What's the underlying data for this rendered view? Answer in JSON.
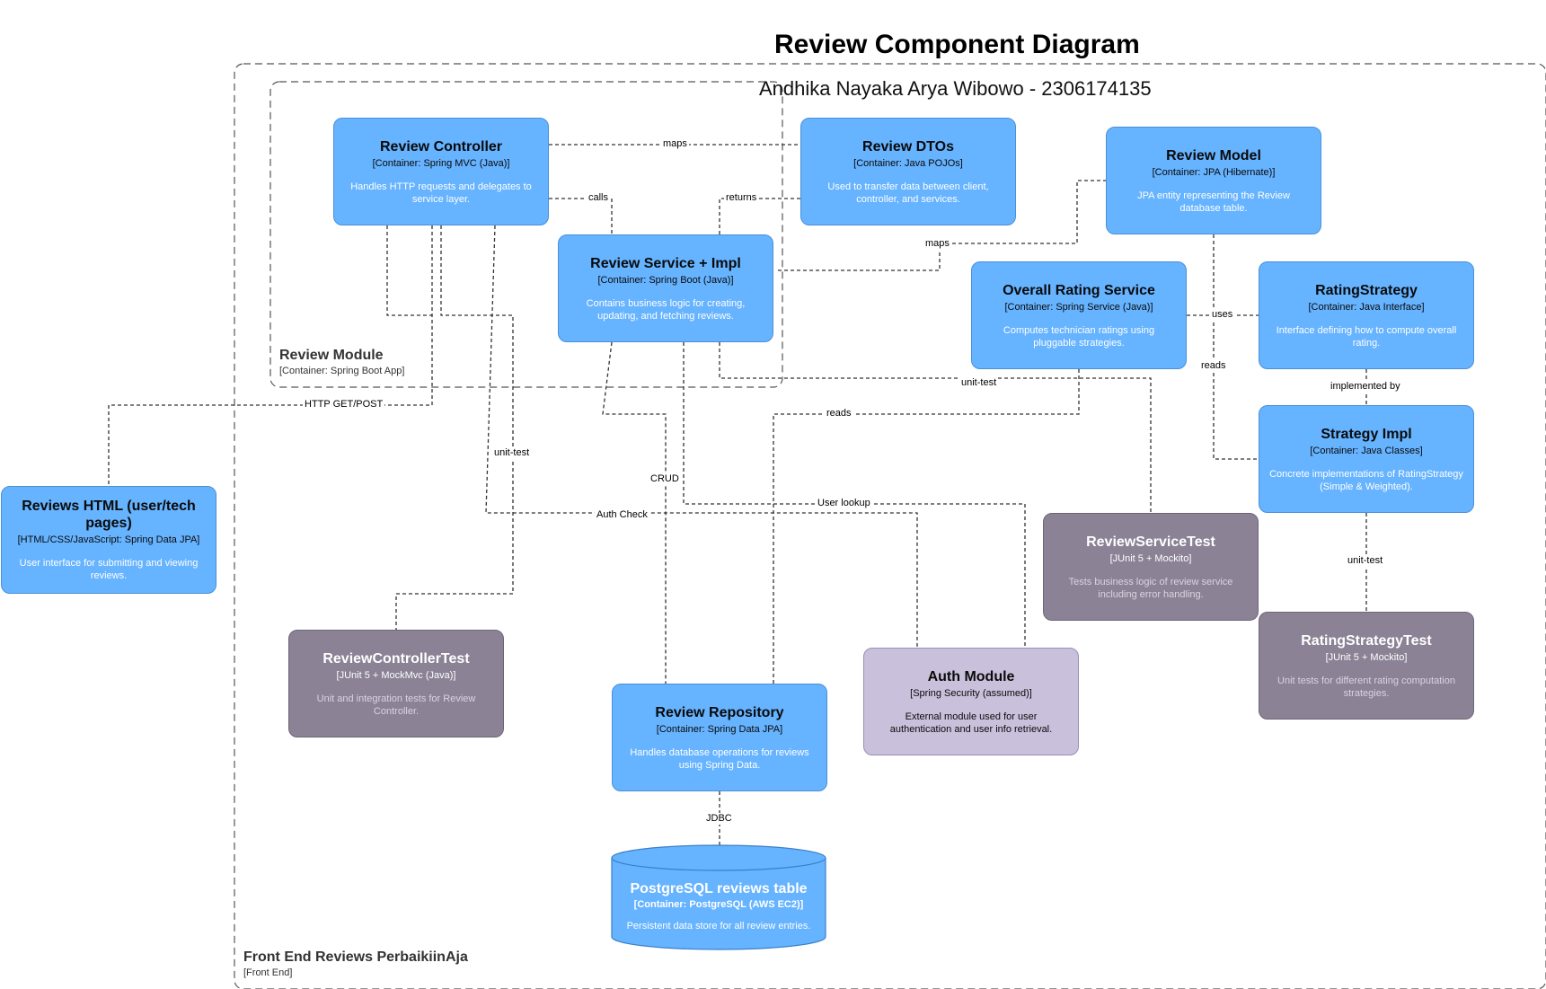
{
  "diagram": {
    "title": "Review Component Diagram",
    "subtitle": "Andhika Nayaka Arya Wibowo - 2306174135",
    "outer_boundary": {
      "name": "Front End Reviews PerbaikiinAja",
      "type": "[Front End]"
    },
    "inner_boundary": {
      "name": "Review Module",
      "type": "[Container: Spring Boot App]"
    },
    "nodes": {
      "review_controller": {
        "title": "Review Controller",
        "tech": "[Container: Spring MVC (Java)]",
        "desc": "Handles HTTP requests and delegates to service layer."
      },
      "review_dtos": {
        "title": "Review DTOs",
        "tech": "[Container: Java POJOs]",
        "desc": "Used to transfer data between client, controller, and services."
      },
      "review_model": {
        "title": "Review Model",
        "tech": "[Container: JPA (Hibernate)]",
        "desc": "JPA entity representing the Review database table."
      },
      "review_service": {
        "title": "Review Service + Impl",
        "tech": "[Container: Spring Boot (Java)]",
        "desc": "Contains business logic for creating, updating, and fetching reviews."
      },
      "overall_rating": {
        "title": "Overall Rating Service",
        "tech": "[Container: Spring Service (Java)]",
        "desc": "Computes technician ratings using pluggable strategies."
      },
      "rating_strategy": {
        "title": "RatingStrategy",
        "tech": "[Container: Java Interface]",
        "desc": "Interface defining how to compute overall rating."
      },
      "strategy_impl": {
        "title": "Strategy Impl",
        "tech": "[Container: Java Classes]",
        "desc": "Concrete implementations of RatingStrategy (Simple & Weighted)."
      },
      "reviews_html": {
        "title": "Reviews HTML (user/tech pages)",
        "tech": "[HTML/CSS/JavaScript: Spring Data JPA]",
        "desc": "User interface for submitting and viewing reviews."
      },
      "review_service_test": {
        "title": "ReviewServiceTest",
        "tech": "[JUnit 5 + Mockito]",
        "desc": "Tests business logic of review service including error handling."
      },
      "rating_strategy_test": {
        "title": "RatingStrategyTest",
        "tech": "[JUnit 5 + Mockito]",
        "desc": "Unit tests for different rating computation strategies."
      },
      "review_controller_test": {
        "title": "ReviewControllerTest",
        "tech": "[JUnit 5 + MockMvc (Java)]",
        "desc": "Unit and integration tests for Review Controller."
      },
      "review_repository": {
        "title": "Review Repository",
        "tech": "[Container: Spring Data JPA]",
        "desc": "Handles database operations for reviews using Spring Data."
      },
      "auth_module": {
        "title": "Auth Module",
        "tech": "[Spring Security (assumed)]",
        "desc": "External module used for user authentication and user info retrieval."
      },
      "postgres": {
        "title": "PostgreSQL reviews table",
        "tech": "[Container: PostgreSQL (AWS EC2)]",
        "desc": "Persistent data store for all review entries."
      }
    },
    "edges": {
      "maps_controller_dtos": "maps",
      "calls": "calls",
      "returns": "returns",
      "maps_service_model": "maps",
      "uses": "uses",
      "implemented_by": "implemented by",
      "reads_model": "reads",
      "unit_test_service": "unit-test",
      "reads_repo": "reads",
      "http": "HTTP GET/POST",
      "unit_test_controller": "unit-test",
      "crud": "CRUD",
      "user_lookup": "User lookup",
      "auth_check": "Auth Check",
      "unit_test_strategy": "unit-test",
      "jdbc": "JDBC"
    }
  }
}
